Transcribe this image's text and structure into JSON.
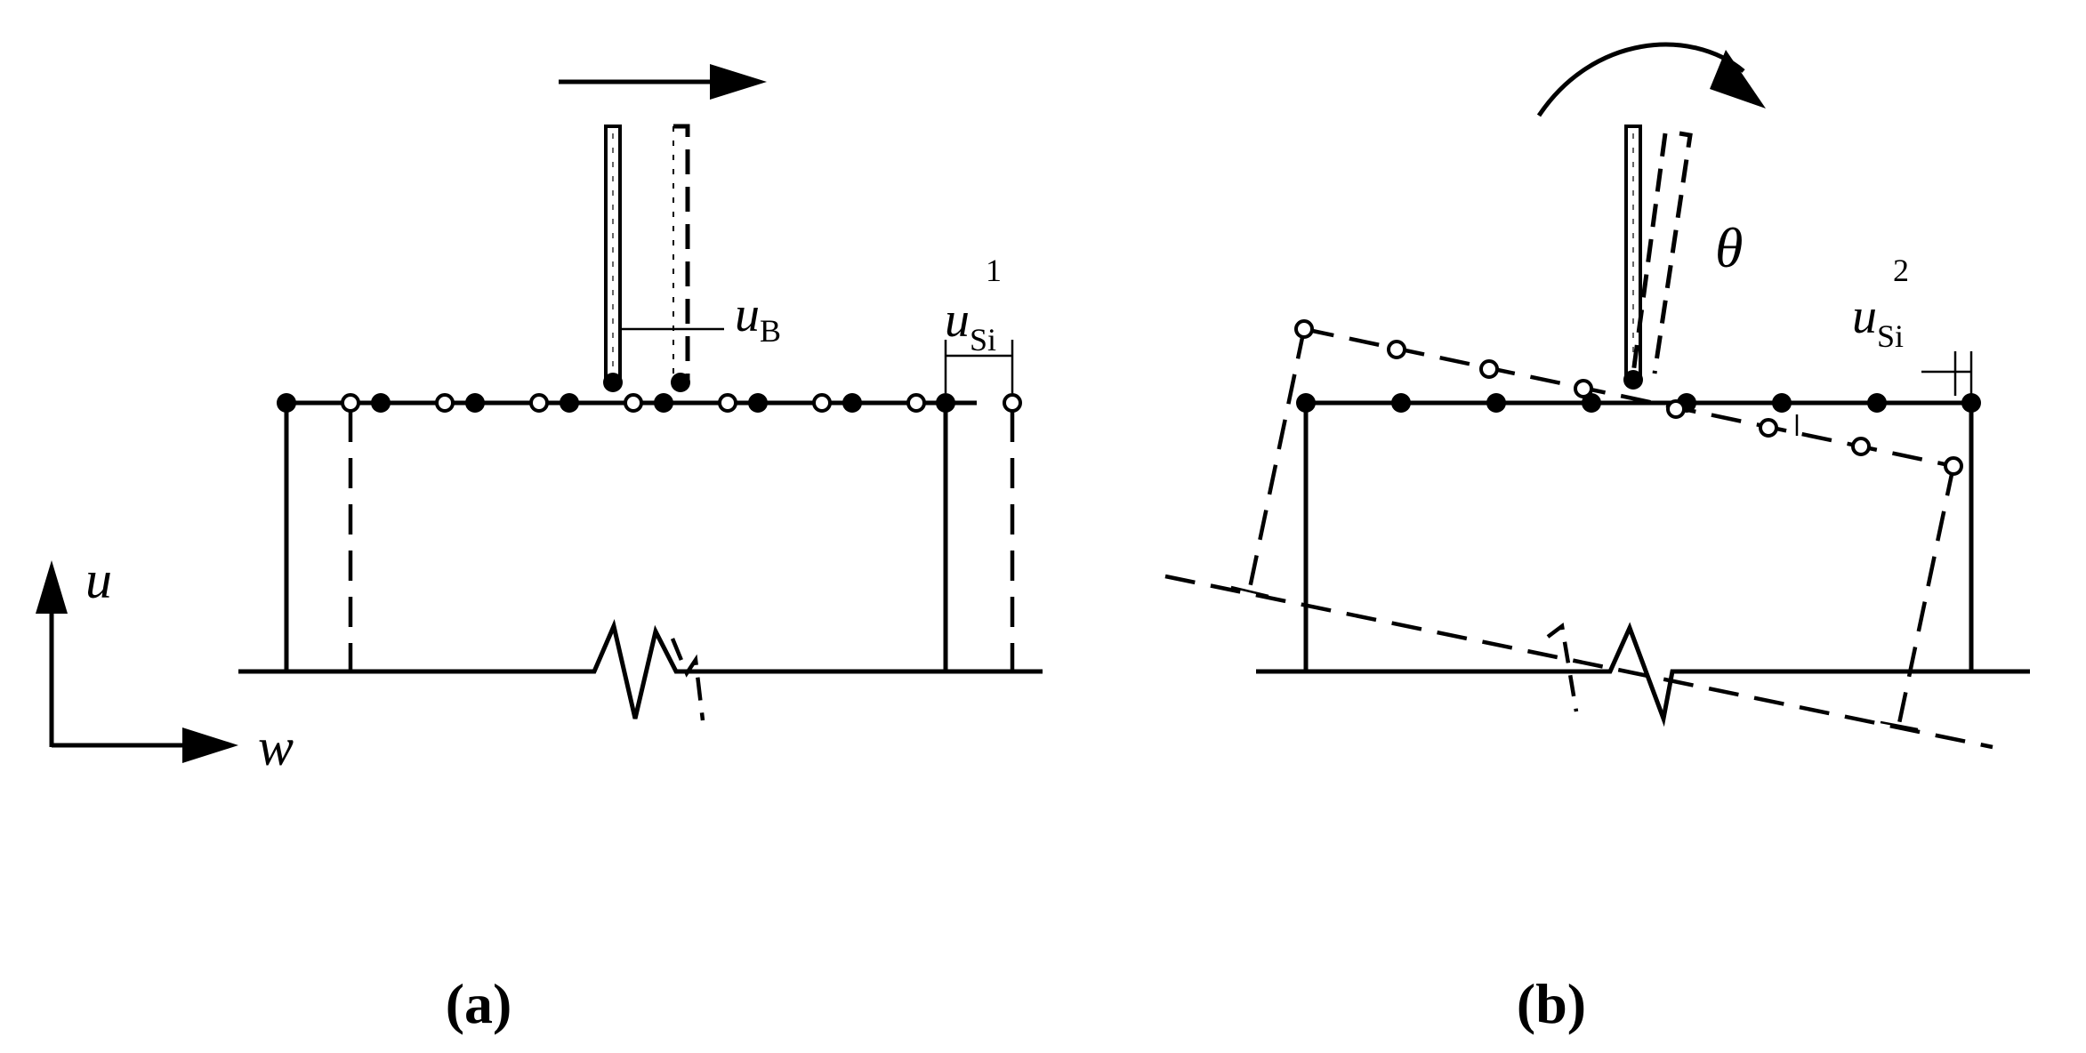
{
  "panel_a": {
    "label": "(a)",
    "uB_main": "u",
    "uB_sub": "B",
    "uSi_main": "u",
    "uSi_sub": "Si",
    "uSi_sup": "1"
  },
  "panel_b": {
    "label": "(b)",
    "theta": "θ",
    "uSi_main": "u",
    "uSi_sub": "Si",
    "uSi_sup": "2"
  },
  "axes": {
    "vertical": "u",
    "horizontal": "w"
  },
  "colors": {
    "ink": "#000000",
    "paper": "#ffffff"
  }
}
